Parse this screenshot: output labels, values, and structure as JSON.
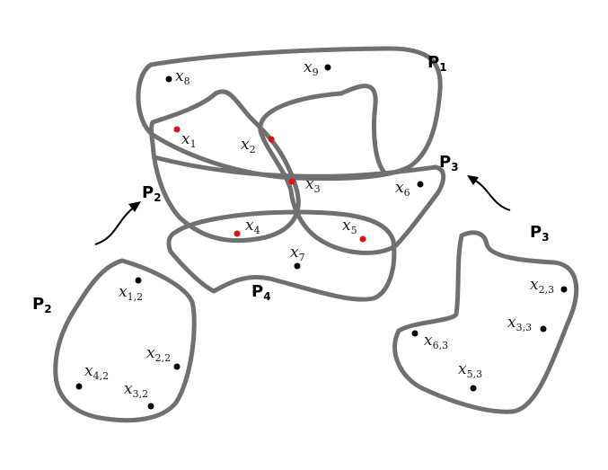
{
  "style": {
    "region_color": "#707070",
    "point_black": "#000000",
    "point_red": "#e01010"
  },
  "sets": [
    {
      "id": "P1",
      "base": "P",
      "sub": "1"
    },
    {
      "id": "P2_main",
      "base": "P",
      "sub": "2"
    },
    {
      "id": "P3_main",
      "base": "P",
      "sub": "3"
    },
    {
      "id": "P4",
      "base": "P",
      "sub": "4"
    },
    {
      "id": "P2_piece",
      "base": "P",
      "sub": "2"
    },
    {
      "id": "P3_piece",
      "base": "P",
      "sub": "3"
    }
  ],
  "points": [
    {
      "id": "x8",
      "base": "x",
      "sub": "8",
      "color": "black"
    },
    {
      "id": "x9",
      "base": "x",
      "sub": "9",
      "color": "black"
    },
    {
      "id": "x1",
      "base": "x",
      "sub": "1",
      "color": "red"
    },
    {
      "id": "x2",
      "base": "x",
      "sub": "2",
      "color": "red"
    },
    {
      "id": "x3",
      "base": "x",
      "sub": "3",
      "color": "red"
    },
    {
      "id": "x6",
      "base": "x",
      "sub": "6",
      "color": "black"
    },
    {
      "id": "x4",
      "base": "x",
      "sub": "4",
      "color": "red"
    },
    {
      "id": "x5",
      "base": "x",
      "sub": "5",
      "color": "red"
    },
    {
      "id": "x7",
      "base": "x",
      "sub": "7",
      "color": "black"
    },
    {
      "id": "x12",
      "base": "x",
      "sub": "1,2",
      "color": "black"
    },
    {
      "id": "x22",
      "base": "x",
      "sub": "2,2",
      "color": "black"
    },
    {
      "id": "x42",
      "base": "x",
      "sub": "4,2",
      "color": "black"
    },
    {
      "id": "x32",
      "base": "x",
      "sub": "3,2",
      "color": "black"
    },
    {
      "id": "x23",
      "base": "x",
      "sub": "2,3",
      "color": "black"
    },
    {
      "id": "x33",
      "base": "x",
      "sub": "3,3",
      "color": "black"
    },
    {
      "id": "x63",
      "base": "x",
      "sub": "6,3",
      "color": "black"
    },
    {
      "id": "x53",
      "base": "x",
      "sub": "5,3",
      "color": "black"
    }
  ]
}
